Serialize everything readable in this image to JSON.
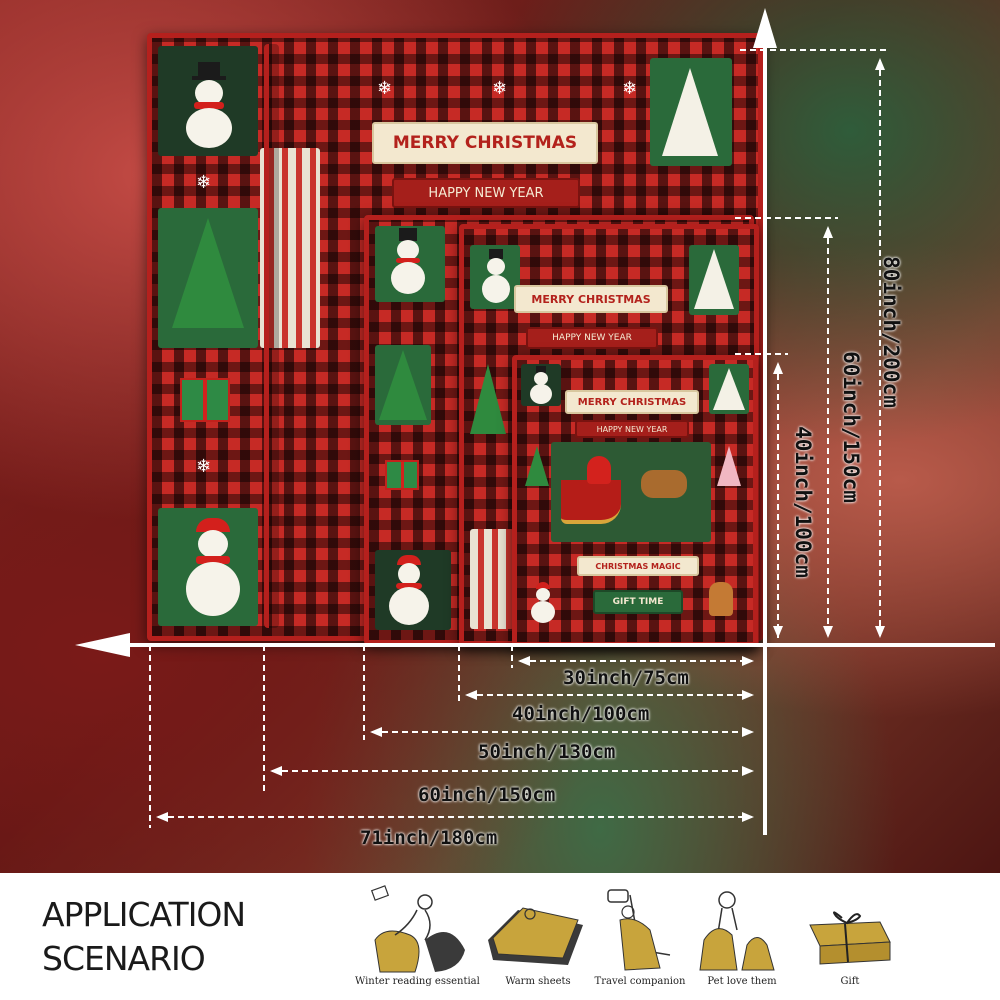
{
  "blanket_text": {
    "merry": "MERRY CHRISTMAS",
    "happy": "HAPPY NEW YEAR",
    "magic": "CHRISTMAS MAGIC",
    "gift_time": "GIFT TIME"
  },
  "dimensions": {
    "heights": [
      {
        "label": "80inch/200cm",
        "inches": 80,
        "cm": 200
      },
      {
        "label": "60inch/150cm",
        "inches": 60,
        "cm": 150
      },
      {
        "label": "40inch/100cm",
        "inches": 40,
        "cm": 100
      }
    ],
    "widths": [
      {
        "label": "30inch/75cm",
        "inches": 30,
        "cm": 75
      },
      {
        "label": "40inch/100cm",
        "inches": 40,
        "cm": 100
      },
      {
        "label": "50inch/130cm",
        "inches": 50,
        "cm": 130
      },
      {
        "label": "60inch/150cm",
        "inches": 60,
        "cm": 150
      },
      {
        "label": "71inch/180cm",
        "inches": 71,
        "cm": 180
      }
    ]
  },
  "application": {
    "title_line1": "APPLICATION",
    "title_line2": "SCENARIO",
    "scenarios": [
      {
        "label": "Winter reading essential",
        "icon": "reading-chair-icon"
      },
      {
        "label": "Warm sheets",
        "icon": "bed-blanket-icon"
      },
      {
        "label": "Travel companion",
        "icon": "travel-seat-icon"
      },
      {
        "label": "Pet love them",
        "icon": "dog-blanket-icon"
      },
      {
        "label": "Gift",
        "icon": "gift-box-icon"
      }
    ]
  },
  "colors": {
    "blanket_red": "#c62a25",
    "blanket_green": "#2a6a3a",
    "cream": "#f3e8cf",
    "scenario_gold": "#c8a43c"
  }
}
